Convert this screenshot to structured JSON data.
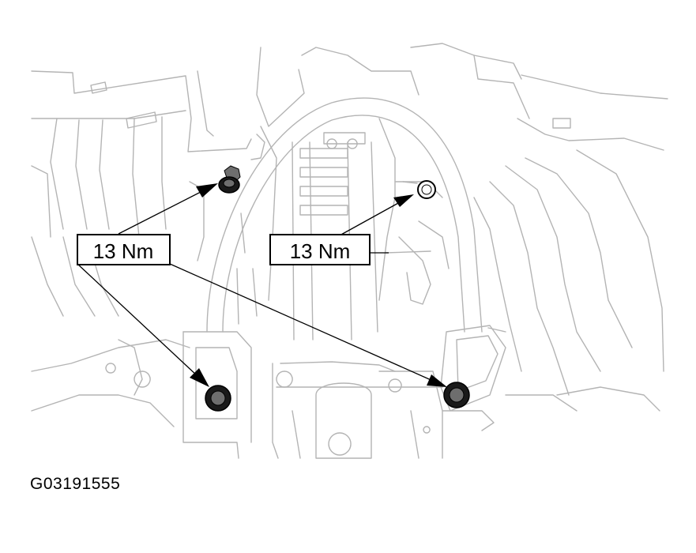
{
  "callouts": [
    {
      "label": "13 Nm"
    },
    {
      "label": "13 Nm"
    }
  ],
  "figure_id": "G03191555",
  "colors": {
    "line_art": "#b4b4b4",
    "callout_ink": "#000000"
  }
}
